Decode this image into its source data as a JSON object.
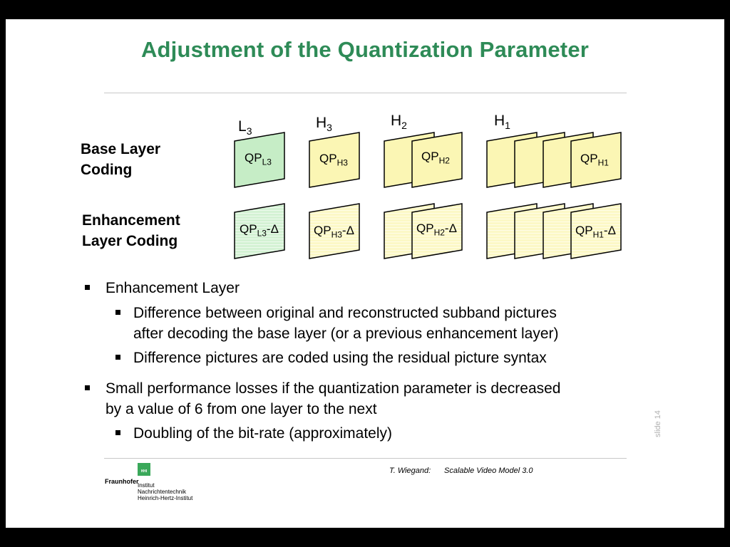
{
  "title": "Adjustment of the Quantization Parameter",
  "row_labels": {
    "base_line1": "Base Layer",
    "base_line2": "Coding",
    "enh_line1": "Enhancement",
    "enh_line2": "Layer Coding"
  },
  "groups": [
    {
      "main": "L",
      "sub": "3",
      "base_qp_sub": "L3",
      "enh_qp_sub": "L3"
    },
    {
      "main": "H",
      "sub": "3",
      "base_qp_sub": "H3",
      "enh_qp_sub": "H3"
    },
    {
      "main": "H",
      "sub": "2",
      "base_qp_sub": "H2",
      "enh_qp_sub": "H2"
    },
    {
      "main": "H",
      "sub": "1",
      "base_qp_sub": "H1",
      "enh_qp_sub": "H1"
    }
  ],
  "qp_prefix": "QP",
  "delta_suffix": "-Δ",
  "bullets": {
    "b1": "Enhancement Layer",
    "b1_1_line1": "Difference between original and reconstructed subband pictures",
    "b1_1_line2": "after decoding the base layer (or a previous enhancement layer)",
    "b1_2": "Difference pictures are coded using the residual picture syntax",
    "b2_line1": "Small performance losses if the quantization parameter is decreased",
    "b2_line2": "by a value of 6 from one layer to the next",
    "b2_1": "Doubling of the bit-rate (approximately)"
  },
  "slide_number": "slide 14",
  "footer": {
    "author": "T. Wiegand:",
    "talk": "Scalable Video Model 3.0"
  },
  "logo": {
    "brand": "Fraunhofer",
    "badge": "HHI",
    "line1": "Institut",
    "line2": "Nachrichtentechnik",
    "line3": "Heinrich-Hertz-Institut"
  },
  "colors": {
    "title": "#2e8b57",
    "l_frame": "#c6edc6",
    "h_frame": "#fbf6b4",
    "enh_l_frame": "#daf4da",
    "enh_h_frame": "#fdfad0"
  }
}
